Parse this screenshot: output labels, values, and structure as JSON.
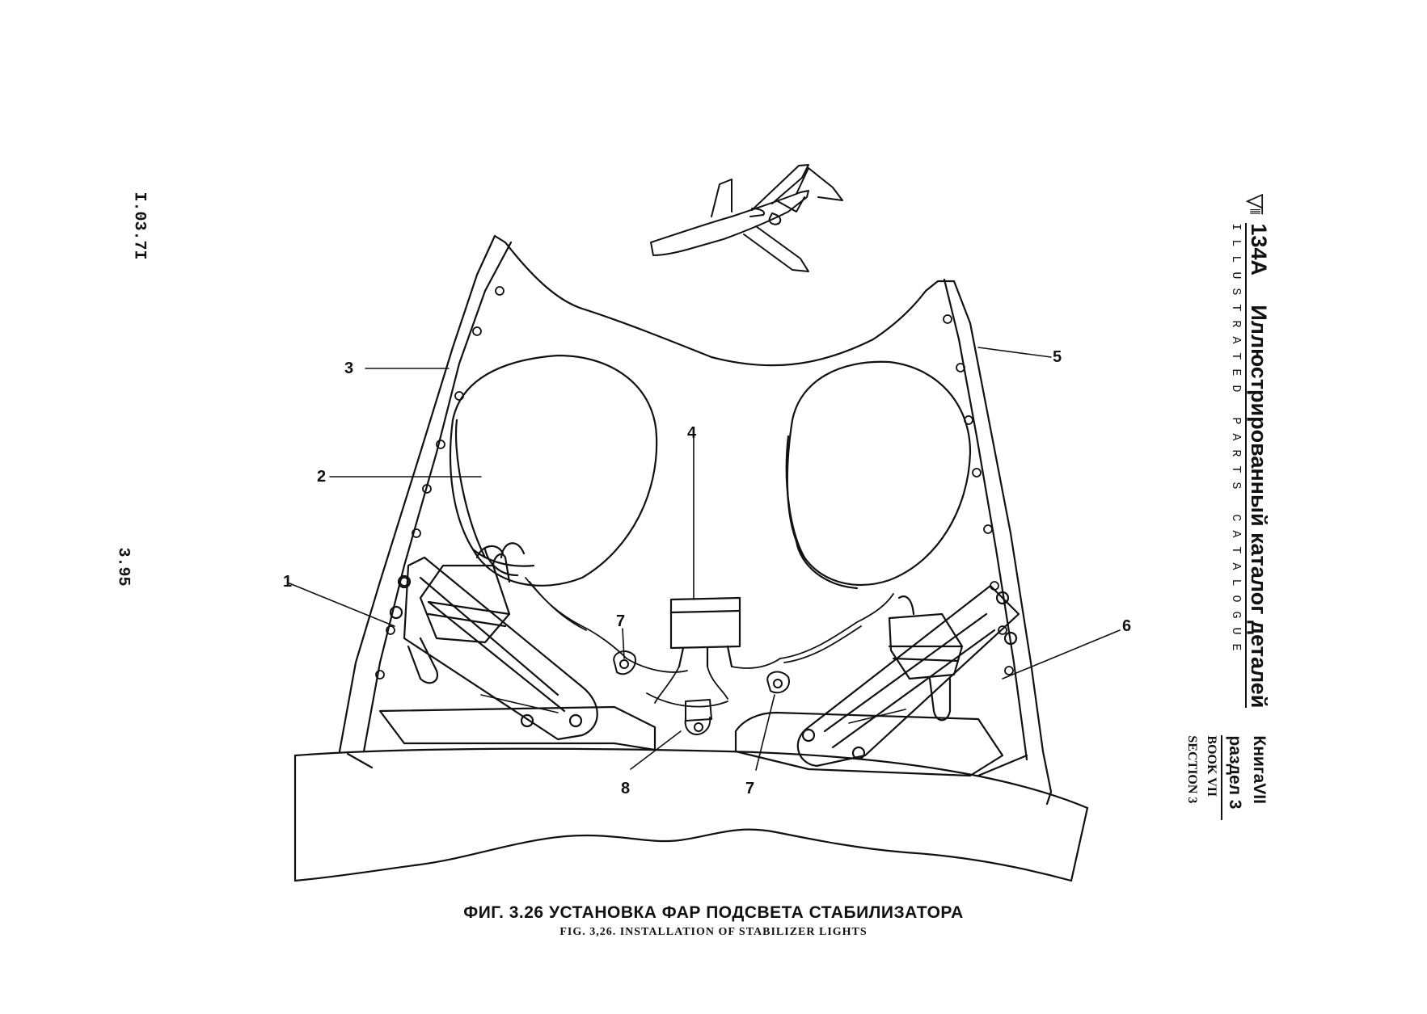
{
  "header": {
    "model": "134А",
    "title_ru": "Иллюстрированный каталог деталей",
    "title_en": "ILLUSTRATED PARTS CATALOGUE",
    "book_ru": "КнигаVII раздел 3",
    "book_en": "BOOK VII SECTION 3"
  },
  "margin": {
    "doc_code": "I.03.7I",
    "page_number": "3.95"
  },
  "callouts": {
    "c1": "1",
    "c2": "2",
    "c3": "3",
    "c4": "4",
    "c5": "5",
    "c6": "6",
    "c7a": "7",
    "c7b": "7",
    "c8": "8"
  },
  "caption": {
    "ru": "ФИГ. 3.26  УСТАНОВКА ФАР ПОДСВЕТА СТАБИЛИЗАТОРА",
    "en": "FIG. 3,26. INSTALLATION OF STABILIZER LIGHTS"
  }
}
